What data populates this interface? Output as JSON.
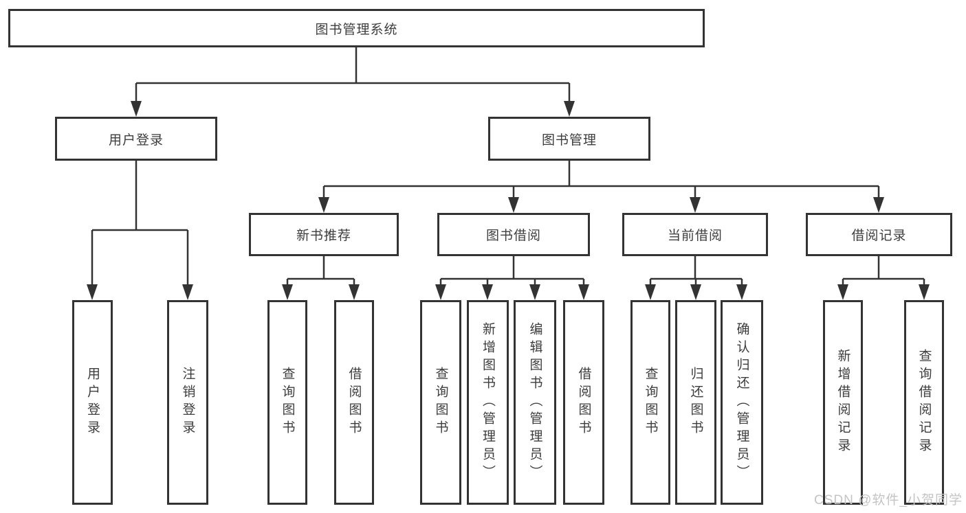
{
  "tree": {
    "root": {
      "label": "图书管理系统"
    },
    "level2": [
      {
        "id": "user-login",
        "label": "用户登录"
      },
      {
        "id": "book-management",
        "label": "图书管理"
      }
    ],
    "level3": [
      {
        "id": "new-book-recommend",
        "label": "新书推荐"
      },
      {
        "id": "book-borrow",
        "label": "图书借阅"
      },
      {
        "id": "current-borrow",
        "label": "当前借阅"
      },
      {
        "id": "borrow-record",
        "label": "借阅记录"
      }
    ],
    "leaves": {
      "user_login": [
        {
          "label": "用户登录"
        },
        {
          "label": "注销登录"
        }
      ],
      "new_book": [
        {
          "label": "查询图书"
        },
        {
          "label": "借阅图书"
        }
      ],
      "book_borrow": [
        {
          "label": "查询图书"
        },
        {
          "label": "新增图书（管理员）"
        },
        {
          "label": "编辑图书（管理员）"
        },
        {
          "label": "借阅图书"
        }
      ],
      "current_borrow": [
        {
          "label": "查询图书"
        },
        {
          "label": "归还图书"
        },
        {
          "label": "确认归还（管理员）"
        }
      ],
      "borrow_record": [
        {
          "label": "新增借阅记录"
        },
        {
          "label": "查询借阅记录"
        }
      ]
    }
  },
  "watermark": {
    "text": "CSDN @软件_小贺同学"
  },
  "colors": {
    "line": "#333333",
    "box_border": "#333333",
    "text": "#3d3d3d",
    "watermark": "#c4c4c4",
    "background": "#ffffff"
  }
}
